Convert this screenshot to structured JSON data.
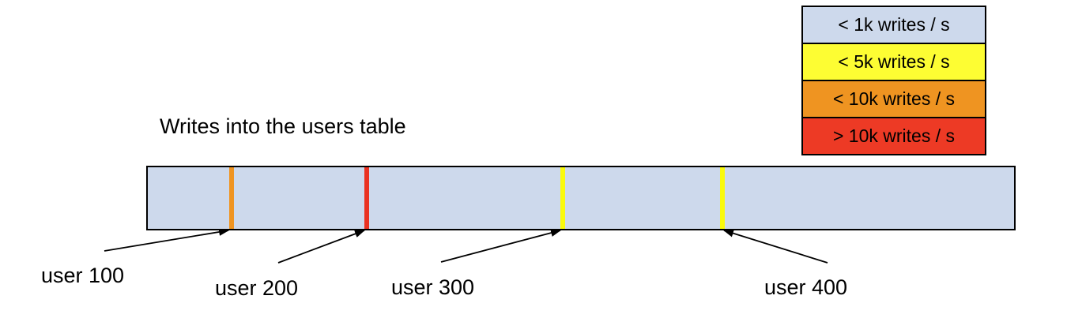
{
  "page": {
    "background": "#ffffff"
  },
  "title": {
    "text": "Writes into the users table"
  },
  "legend": {
    "items": [
      {
        "label": "< 1k writes / s",
        "color": "#cdd9ec"
      },
      {
        "label": "< 5k writes / s",
        "color": "#fdfd33"
      },
      {
        "label": "< 10k writes / s",
        "color": "#ef9421"
      },
      {
        "label": "> 10k writes / s",
        "color": "#ed3a25"
      }
    ]
  },
  "bar": {
    "fill": "#cdd9ec",
    "border": "#000000",
    "markers": [
      {
        "user": "user 100",
        "color": "#ef9421",
        "x_pct": "9.4%"
      },
      {
        "user": "user 200",
        "color": "#ea3222",
        "x_pct": "25.0%"
      },
      {
        "user": "user 300",
        "color": "#fafa0c",
        "x_pct": "47.6%"
      },
      {
        "user": "user 400",
        "color": "#fafa0c",
        "x_pct": "66.1%"
      }
    ]
  },
  "callouts": [
    {
      "text": "user 100"
    },
    {
      "text": "user 200"
    },
    {
      "text": "user 300"
    },
    {
      "text": "user 400"
    }
  ]
}
